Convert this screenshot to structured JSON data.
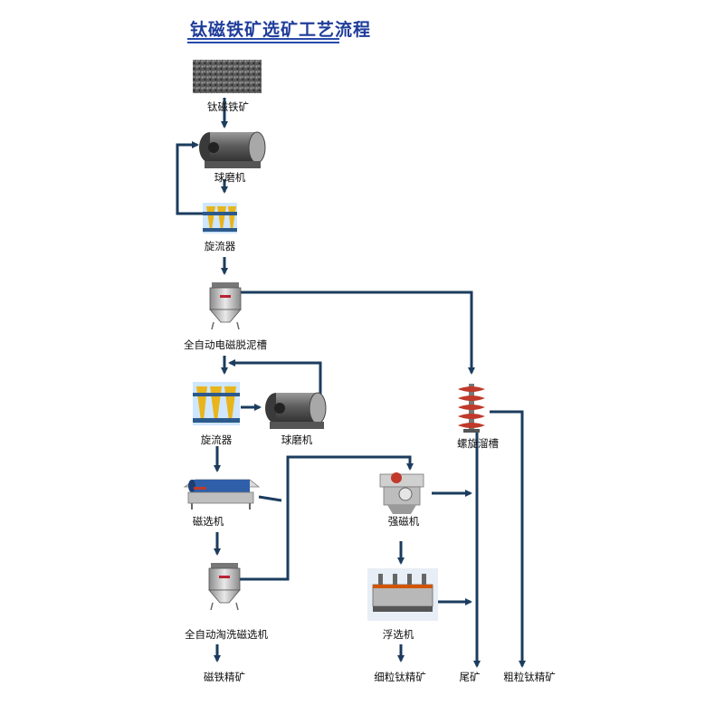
{
  "title": "钛磁铁矿选矿工艺流程",
  "colors": {
    "line": "#1b3c5e",
    "title": "#1f3d9a",
    "machine_body": "#6e6e6e",
    "cyclone_yellow": "#e8b51c",
    "separator_blue": "#2f5fa8"
  },
  "nodes": {
    "ore": "钛磁铁矿",
    "ball_mill_1": "球磨机",
    "cyclone_1": "旋流器",
    "demud_tank": "全自动电磁脱泥槽",
    "cyclone_2": "旋流器",
    "ball_mill_2": "球磨机",
    "spiral_chute": "螺旋溜槽",
    "magnetic_separator": "磁选机",
    "strong_magnetic": "强磁机",
    "elutriation_separator": "全自动淘洗磁选机",
    "flotation": "浮选机",
    "iron_concentrate": "磁铁精矿",
    "fine_ti_concentrate": "细粒钛精矿",
    "tailings": "尾矿",
    "coarse_ti_concentrate": "粗粒钛精矿"
  }
}
